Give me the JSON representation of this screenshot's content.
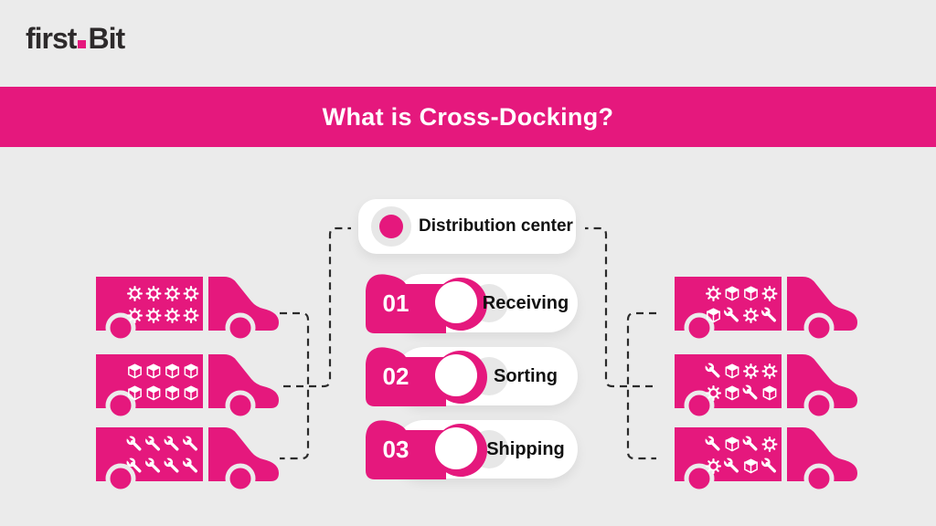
{
  "brand": {
    "logo_part1": "first",
    "logo_part2": "Bit"
  },
  "banner": {
    "title": "What is Cross-Docking?"
  },
  "colors": {
    "pink": "#e5187d",
    "background": "#ebebeb",
    "white": "#ffffff",
    "text_dark": "#111111",
    "dash_line": "#2b2b2b",
    "circle_gray": "#e7e7e7"
  },
  "center": {
    "distribution": {
      "label": "Distribution center"
    },
    "steps": [
      {
        "number": "01",
        "label": "Receiving"
      },
      {
        "number": "02",
        "label": "Sorting"
      },
      {
        "number": "03",
        "label": "Shipping"
      }
    ]
  },
  "icons": [
    "gear-icon",
    "box-icon",
    "wrench-icon"
  ],
  "trucks": {
    "left": [
      {
        "name": "truck-gears",
        "cargo": [
          "gear",
          "gear",
          "gear",
          "gear",
          "gear",
          "gear",
          "gear",
          "gear"
        ]
      },
      {
        "name": "truck-boxes",
        "cargo": [
          "box",
          "box",
          "box",
          "box",
          "box",
          "box",
          "box",
          "box"
        ]
      },
      {
        "name": "truck-wrenches",
        "cargo": [
          "wrench",
          "wrench",
          "wrench",
          "wrench",
          "wrench",
          "wrench",
          "wrench",
          "wrench"
        ]
      }
    ],
    "right": [
      {
        "name": "truck-mixed-1",
        "cargo": [
          "gear",
          "box",
          "box",
          "gear",
          "box",
          "wrench",
          "gear",
          "wrench"
        ]
      },
      {
        "name": "truck-mixed-2",
        "cargo": [
          "wrench",
          "box",
          "gear",
          "gear",
          "gear",
          "box",
          "wrench",
          "box"
        ]
      },
      {
        "name": "truck-mixed-3",
        "cargo": [
          "wrench",
          "box",
          "wrench",
          "gear",
          "gear",
          "wrench",
          "box",
          "wrench"
        ]
      }
    ]
  }
}
